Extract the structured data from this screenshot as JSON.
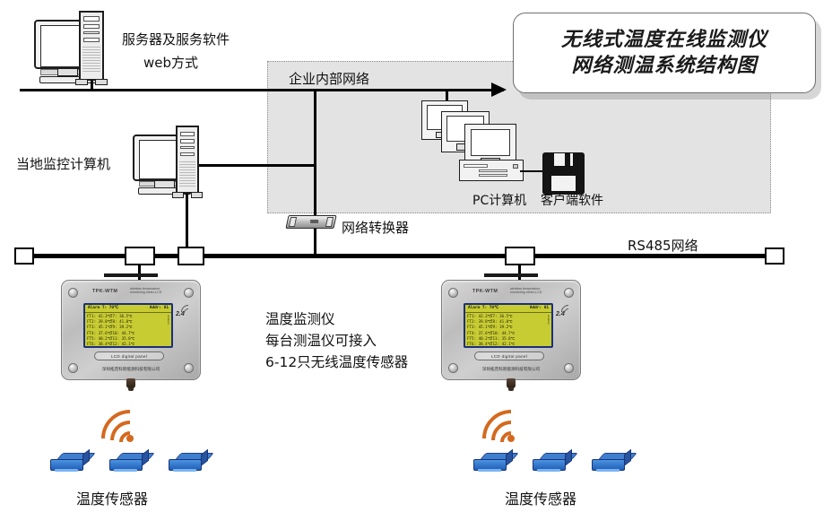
{
  "title": {
    "line1": "无线式温度在线监测仪",
    "line2": "网络测温系统结构图"
  },
  "labels": {
    "server": "服务器及服务软件",
    "server_sub": "web方式",
    "enterprise_network": "企业内部网络",
    "local_monitor_pc": "当地监控计算机",
    "pc_computer": "PC计算机",
    "client_software": "客户端软件",
    "network_converter": "网络转换器",
    "rs485_network": "RS485网络",
    "monitor_desc_line1": "温度监测仪",
    "monitor_desc_line2": "每台测温仪可接入",
    "monitor_desc_line3": "6-12只无线温度传感器",
    "temp_sensor_left": "温度传感器",
    "temp_sensor_right": "温度传感器"
  },
  "device": {
    "model": "TPK-WTM",
    "subtitle": "wireless  temperature\nmonitoring meter-LCD",
    "lcd_caption": "LCD digital panel",
    "company": "深圳拓普科新能源科技有限公司",
    "badge": "2.4",
    "lcd": {
      "header_left": "Alarm T: 70℃",
      "header_right": "Addr: 01",
      "col1": [
        "FT1: 42.3℃",
        "FT2: 39.8℃",
        "FT3: 45.1℃",
        "FT4: 37.6℃",
        "FT5: 40.2℃",
        "FT6: 38.4℃"
      ],
      "col2": [
        "T7: 36.5℃",
        "T8: 41.0℃",
        "T9: 39.2℃",
        "T10: 44.7℃",
        "T11: 35.8℃",
        "T12: 42.1℃"
      ],
      "side_text": "wireless"
    }
  },
  "colors": {
    "zone_fill": "#e3e3e3",
    "zone_border": "#8c8c8c",
    "line": "#000000",
    "sensor_blue": "#3f7fd0",
    "wifi_orange": "#d4691e",
    "lcd_green": "#c8cc33",
    "lcd_bezel": "#1c2f7a",
    "device_body": "#c4c4c4"
  }
}
